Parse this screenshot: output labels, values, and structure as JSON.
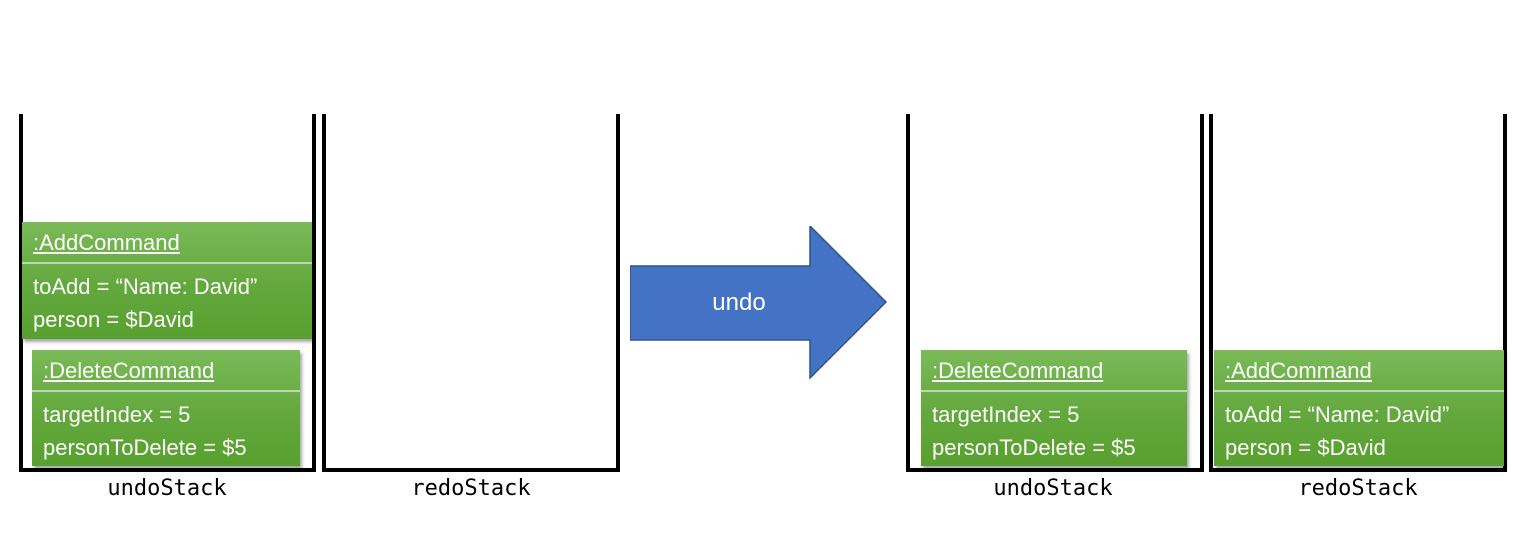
{
  "before": {
    "undo_stack": {
      "label": "undoStack",
      "commands": [
        {
          "title": ":AddCommand",
          "fields": [
            "toAdd = “Name: David”",
            "person = $David"
          ]
        },
        {
          "title": ":DeleteCommand",
          "fields": [
            "targetIndex = 5",
            "personToDelete = $5"
          ]
        }
      ]
    },
    "redo_stack": {
      "label": "redoStack",
      "commands": []
    }
  },
  "arrow": {
    "label": "undo",
    "color": "#4472c4"
  },
  "after": {
    "undo_stack": {
      "label": "undoStack",
      "commands": [
        {
          "title": ":DeleteCommand",
          "fields": [
            "targetIndex = 5",
            "personToDelete = $5"
          ]
        }
      ]
    },
    "redo_stack": {
      "label": "redoStack",
      "commands": [
        {
          "title": ":AddCommand",
          "fields": [
            "toAdd = “Name: David”",
            "person = $David"
          ]
        }
      ]
    }
  },
  "colors": {
    "command_box": "#63a83d",
    "stack_outline": "#000000",
    "text_on_box": "#ffffff"
  }
}
